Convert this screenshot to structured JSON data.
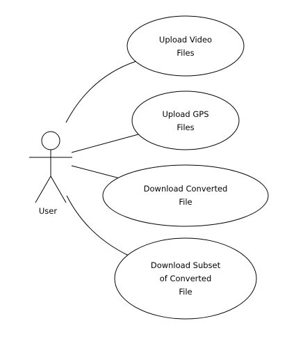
{
  "actor": {
    "label": "User"
  },
  "use_cases": [
    {
      "lines": [
        "Upload Video",
        "Files"
      ]
    },
    {
      "lines": [
        "Upload GPS",
        "Files"
      ]
    },
    {
      "lines": [
        "Download Converted",
        "File"
      ]
    },
    {
      "lines": [
        "Download Subset",
        "of Converted",
        "File"
      ]
    }
  ],
  "colors": {
    "stroke": "#000000",
    "background": "#ffffff"
  }
}
